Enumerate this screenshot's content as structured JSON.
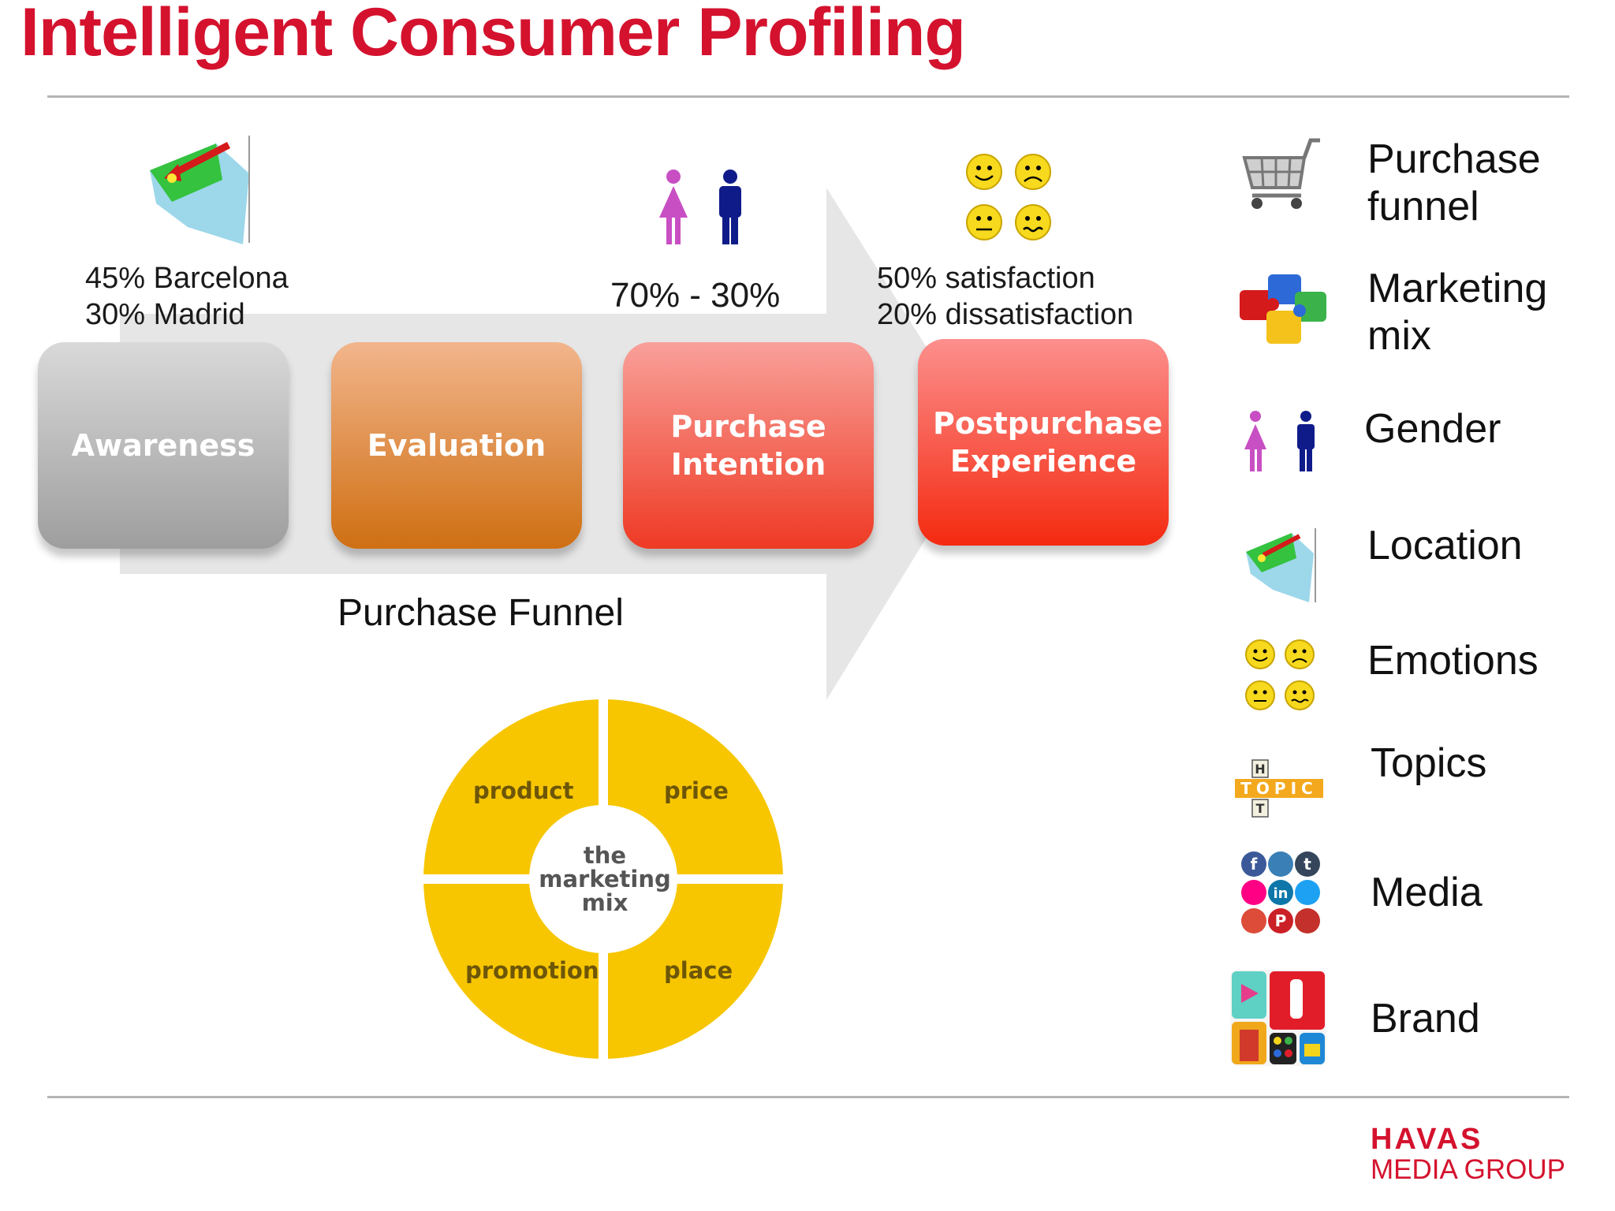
{
  "title": "Intelligent Consumer Profiling",
  "stats": {
    "location": [
      "45% Barcelona",
      "30% Madrid"
    ],
    "gender": "70% - 30%",
    "emotions": [
      "50% satisfaction",
      "20% dissatisfaction"
    ]
  },
  "funnel": {
    "stages": [
      "Awareness",
      "Evaluation",
      "Purchase Intention",
      "Postpurchase Experience"
    ],
    "label": "Purchase Funnel"
  },
  "marketing_mix": {
    "segments": [
      "product",
      "price",
      "promotion",
      "place"
    ],
    "center": [
      "the",
      "marketing",
      "mix"
    ],
    "color": "#f7c600"
  },
  "categories": [
    {
      "label": [
        "Purchase",
        "funnel"
      ],
      "icon": "shopping-cart-icon"
    },
    {
      "label": [
        "Marketing",
        "mix"
      ],
      "icon": "puzzle-pieces-icon"
    },
    {
      "label": [
        "Gender"
      ],
      "icon": "gender-figures-icon"
    },
    {
      "label": [
        "Location"
      ],
      "icon": "map-pin-icon"
    },
    {
      "label": [
        "Emotions"
      ],
      "icon": "emoji-faces-icon"
    },
    {
      "label": [
        "Topics"
      ],
      "icon": "topic-tiles-icon"
    },
    {
      "label": [
        "Media"
      ],
      "icon": "social-media-icon"
    },
    {
      "label": [
        "Brand"
      ],
      "icon": "brand-apps-icon"
    }
  ],
  "logo": {
    "top": "HAVAS",
    "bottom": "MEDIA GROUP"
  },
  "colors": {
    "accent": "#d4122e",
    "rule": "#b5b5b5",
    "arrow": "#e6e6e6"
  }
}
